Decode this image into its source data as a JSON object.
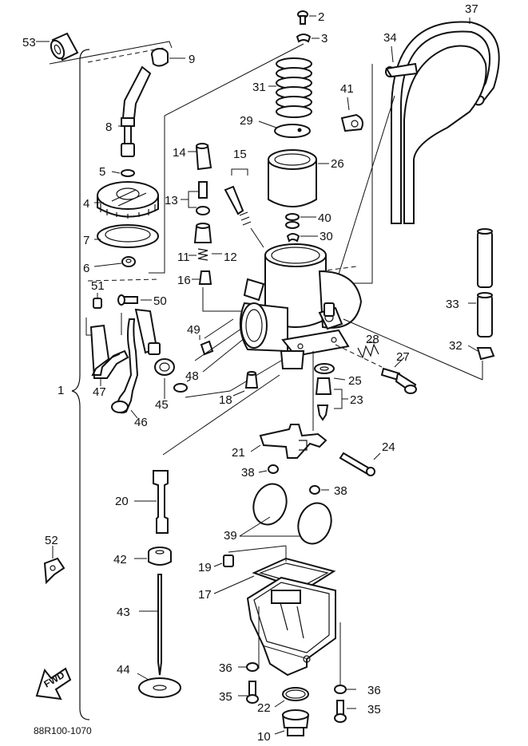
{
  "diagram_code": "88R100-1070",
  "fwd_label": "FWD",
  "labels": {
    "p1": "1",
    "p2": "2",
    "p3": "3",
    "p4": "4",
    "p5": "5",
    "p6": "6",
    "p7": "7",
    "p8": "8",
    "p9": "9",
    "p10": "10",
    "p11": "11",
    "p12": "12",
    "p13": "13",
    "p14": "14",
    "p15": "15",
    "p16": "16",
    "p17": "17",
    "p18": "18",
    "p19": "19",
    "p20": "20",
    "p21": "21",
    "p22": "22",
    "p23": "23",
    "p24": "24",
    "p25": "25",
    "p26": "26",
    "p27": "27",
    "p28": "28",
    "p29": "29",
    "p30": "30",
    "p31": "31",
    "p32": "32",
    "p33": "33",
    "p34": "34",
    "p35a": "35",
    "p35b": "35",
    "p36a": "36",
    "p36b": "36",
    "p37": "37",
    "p38a": "38",
    "p38b": "38",
    "p39": "39",
    "p40": "40",
    "p41": "41",
    "p42": "42",
    "p43": "43",
    "p44": "44",
    "p45": "45",
    "p46": "46",
    "p47": "47",
    "p48": "48",
    "p49": "49",
    "p50": "50",
    "p51": "51",
    "p52": "52",
    "p53": "53"
  }
}
